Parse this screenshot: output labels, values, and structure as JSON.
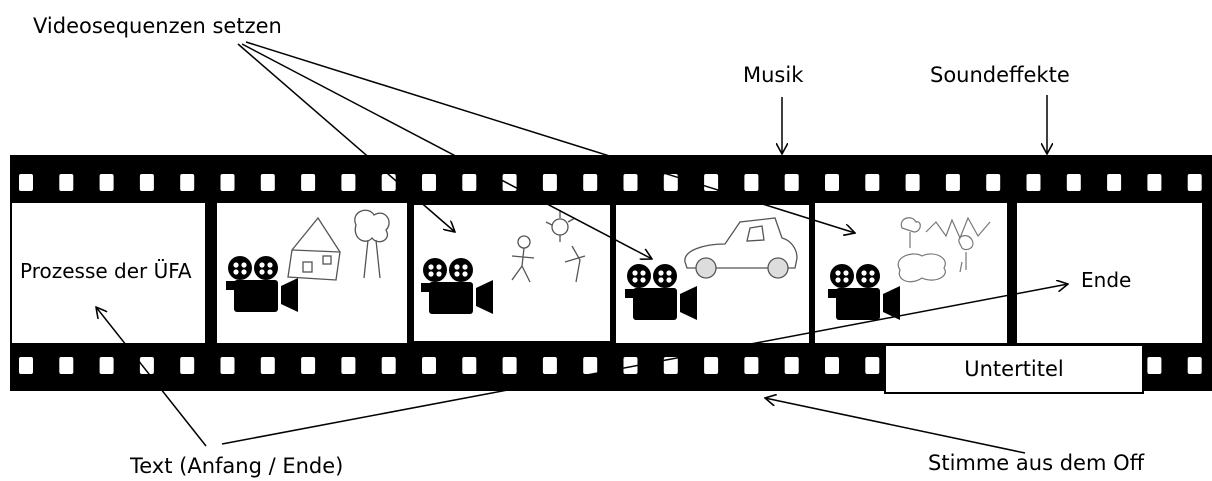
{
  "labels": {
    "videosequenzen": "Videosequenzen setzen",
    "musik": "Musik",
    "soundeffekte": "Soundeffekte",
    "text": "Text (Anfang / Ende)",
    "stimme": "Stimme aus dem Off"
  },
  "frames": {
    "first": "Prozesse der ÜFA",
    "last": "Ende",
    "subtitle": "Untertitel"
  },
  "icons": [
    "film-strip-icon",
    "movie-camera-icon",
    "house-drawing-icon",
    "stick-figure-drawing-icon",
    "car-drawing-icon",
    "landscape-drawing-icon"
  ],
  "colors": {
    "strip": "#000000",
    "frame": "#ffffff",
    "arrow": "#000000"
  }
}
